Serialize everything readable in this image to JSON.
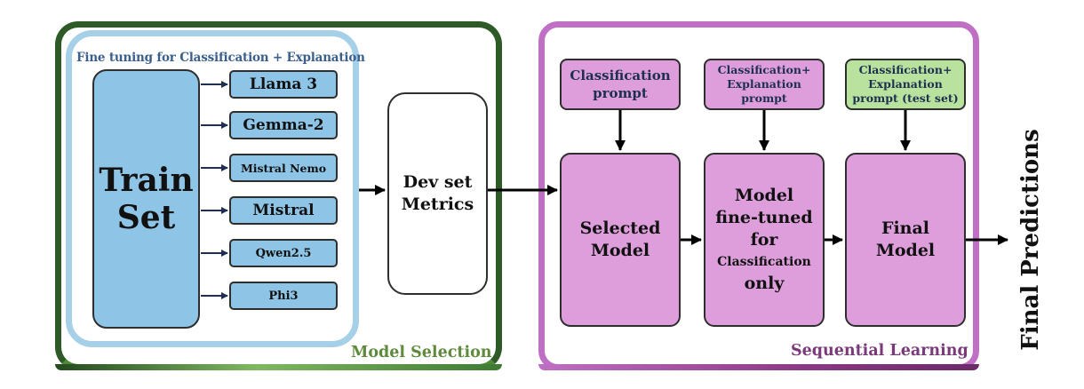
{
  "model_selection": {
    "finetune_title": "Fine tuning for Classification + Explanation",
    "train_set": [
      "Train",
      "Set"
    ],
    "models": [
      "Llama 3",
      "Gemma-2",
      "Mistral Nemo",
      "Mistral",
      "Qwen2.5",
      "Phi3"
    ],
    "dev_set": [
      "Dev set",
      "Metrics"
    ],
    "label": "Model Selection"
  },
  "sequential_learning": {
    "prompts": [
      [
        "Classification",
        "prompt"
      ],
      [
        "Classification+",
        "Explanation",
        "prompt"
      ],
      [
        "Classification+",
        "Explanation",
        "prompt (test set)"
      ]
    ],
    "models": [
      [
        "Selected",
        "Model"
      ],
      [
        "Model",
        "fine-tuned",
        "for",
        "Classification",
        "only"
      ],
      [
        "Final",
        "Model"
      ]
    ],
    "label": "Sequential Learning"
  },
  "output_label": "Final Predictions",
  "colors": {
    "model_selection_border": "#2e5a28",
    "finetune_border": "#a6d0e8",
    "blue_box": "#8ec5e6",
    "sequential_border": "#c070c4",
    "pink_box": "#dd9edb",
    "green_box": "#b9e29e"
  }
}
